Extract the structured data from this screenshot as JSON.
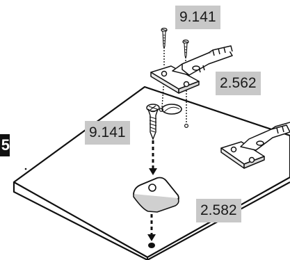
{
  "step": {
    "number": "5"
  },
  "labels": {
    "screw_top": "9.141",
    "hinge_plate": "2.562",
    "screw_center": "9.141",
    "pad": "2.582"
  },
  "colors": {
    "label_bg": "#c8c8c8",
    "line": "#111111",
    "background": "#ffffff"
  }
}
